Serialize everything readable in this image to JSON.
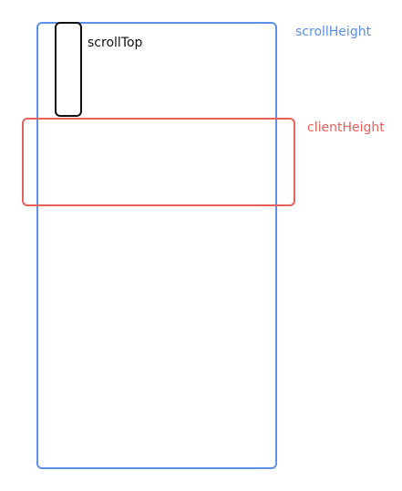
{
  "labels": {
    "scroll_height": "scrollHeight",
    "client_height": "clientHeight",
    "scroll_top": "scrollTop"
  },
  "colors": {
    "scroll_height": "#5b8fe8",
    "client_height": "#e8605a",
    "scroll_top": "#111111"
  }
}
